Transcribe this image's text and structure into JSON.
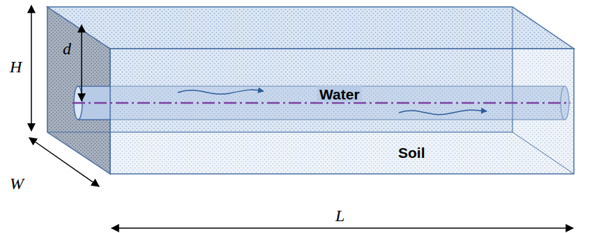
{
  "diagram": {
    "labels": [
      "H",
      "d",
      "W",
      "L",
      "Water",
      "Soil"
    ]
  }
}
